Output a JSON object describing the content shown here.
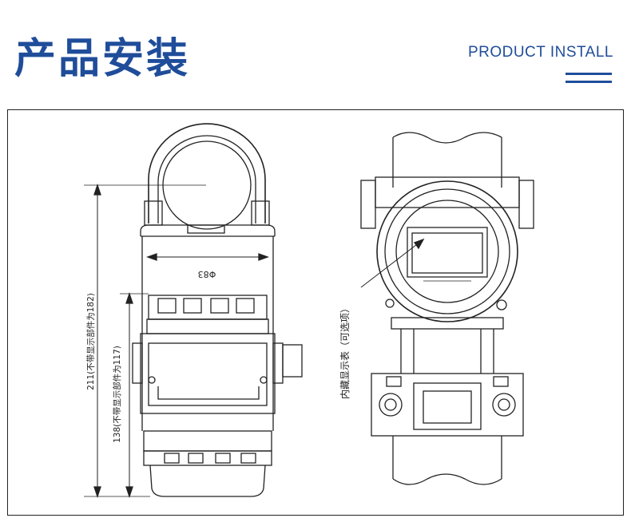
{
  "header": {
    "title": "产品安装",
    "subtitle": "PRODUCT INSTALL"
  },
  "drawing": {
    "dim_diameter": "Φ83",
    "dim_total": "211(不带显示部件为182)",
    "dim_lower": "138(不带显示部件为117)",
    "callout_display": "内藏显示表（可选项）"
  },
  "colors": {
    "brand_blue": "#1f4d9a",
    "line": "#222222"
  }
}
